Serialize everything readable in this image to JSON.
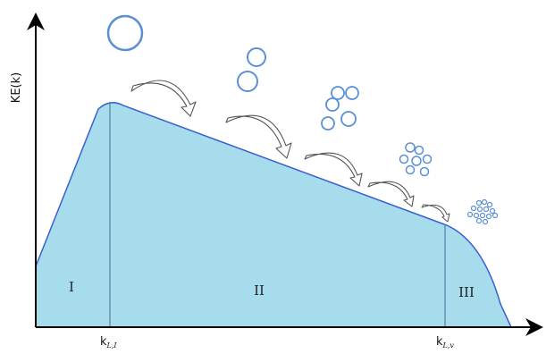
{
  "diagram": {
    "y_axis_label": "KE(k)",
    "regions": [
      {
        "label": "I"
      },
      {
        "label": "II"
      },
      {
        "label": "III"
      }
    ],
    "ticks": [
      {
        "main": "k",
        "sub": "L,I"
      },
      {
        "main": "k",
        "sub": "L,v"
      }
    ],
    "colors": {
      "fill": "#a7dcec",
      "curve": "#3a5fd0",
      "divider": "#5a86a8",
      "bubble": "#5b8fd6",
      "axis": "#000000"
    }
  }
}
